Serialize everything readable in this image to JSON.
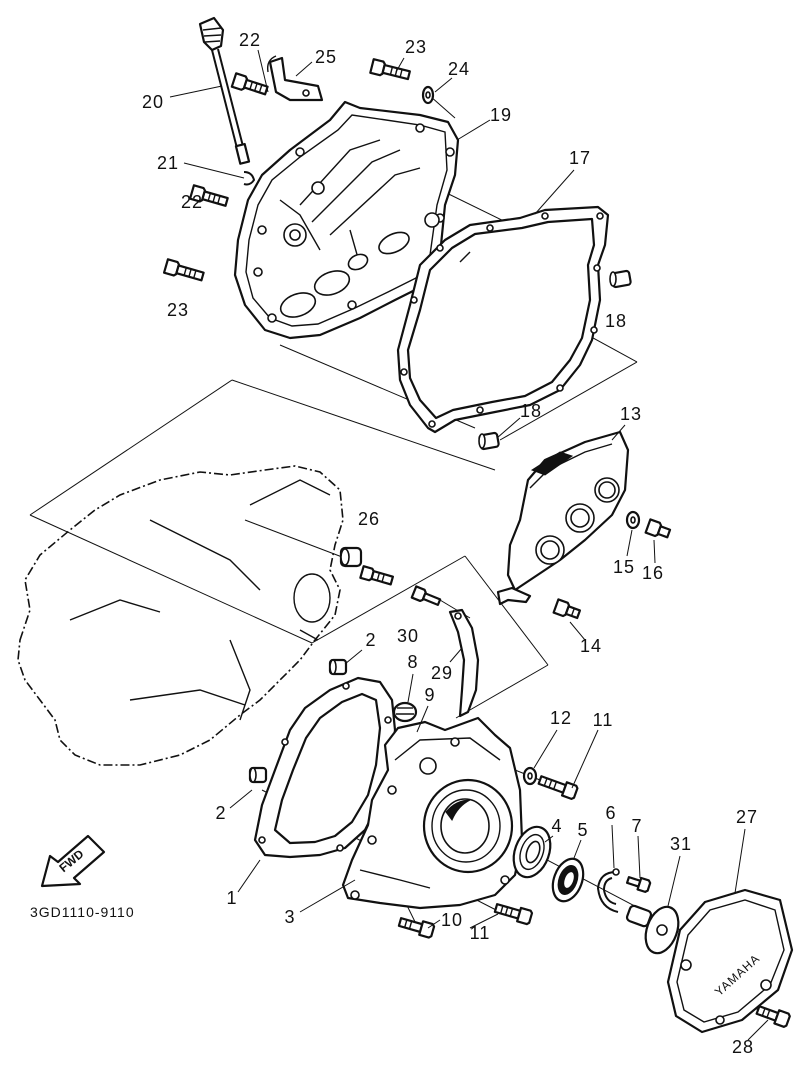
{
  "diagram": {
    "drawing_code": "3GD1110-9110",
    "fwd_label": "FWD",
    "cover_lettering": "YAMAHA",
    "callouts": [
      "1",
      "2",
      "2",
      "3",
      "4",
      "5",
      "6",
      "7",
      "8",
      "9",
      "10",
      "11",
      "11",
      "12",
      "13",
      "14",
      "15",
      "16",
      "17",
      "18",
      "18",
      "19",
      "20",
      "21",
      "22",
      "22",
      "23",
      "23",
      "24",
      "25",
      "26",
      "27",
      "28",
      "29",
      "30",
      "31"
    ]
  }
}
